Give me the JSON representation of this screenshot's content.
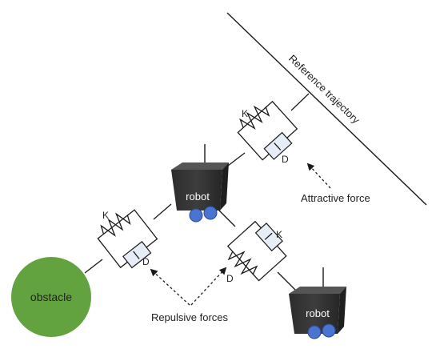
{
  "labels": {
    "reference": "Reference trajectory",
    "attractive": "Attractive force",
    "repulsive": "Repulsive forces",
    "obstacle": "obstacle",
    "robot_main": "robot",
    "robot_second": "robot",
    "k_attr": "K",
    "d_attr": "D",
    "k_obst": "K",
    "d_obst": "D",
    "k_robot": "K",
    "d_robot": "D"
  },
  "colors": {
    "obstacle": "#63a33f",
    "robot_body": "#3a3a3a",
    "wheel": "#4a74d1",
    "damper_fill": "#e6edf7"
  }
}
